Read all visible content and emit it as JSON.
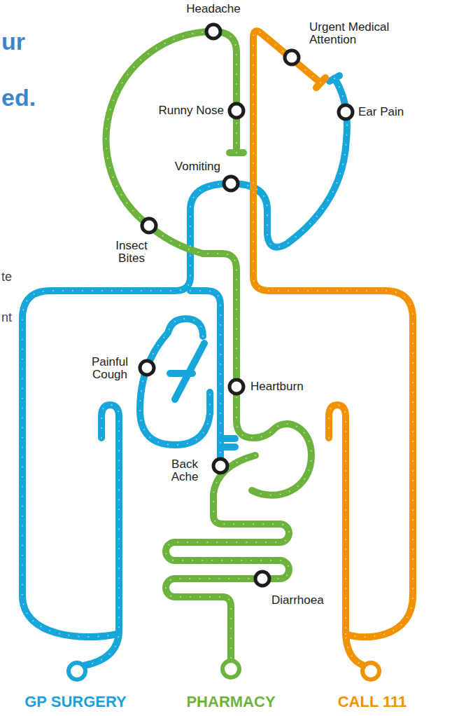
{
  "diagram": {
    "labels": [
      "ur",
      "ed.",
      "te",
      "nt",
      "Headache",
      "Urgent Medical Attention",
      "Runny Nose",
      "Ear Pain",
      "Vomiting",
      "Insect Bites",
      "Painful Cough",
      "Heartburn",
      "Back Ache",
      "Diarrhoea",
      "GP SURGERY",
      "PHARMACY",
      "CALL 111"
    ]
  }
}
